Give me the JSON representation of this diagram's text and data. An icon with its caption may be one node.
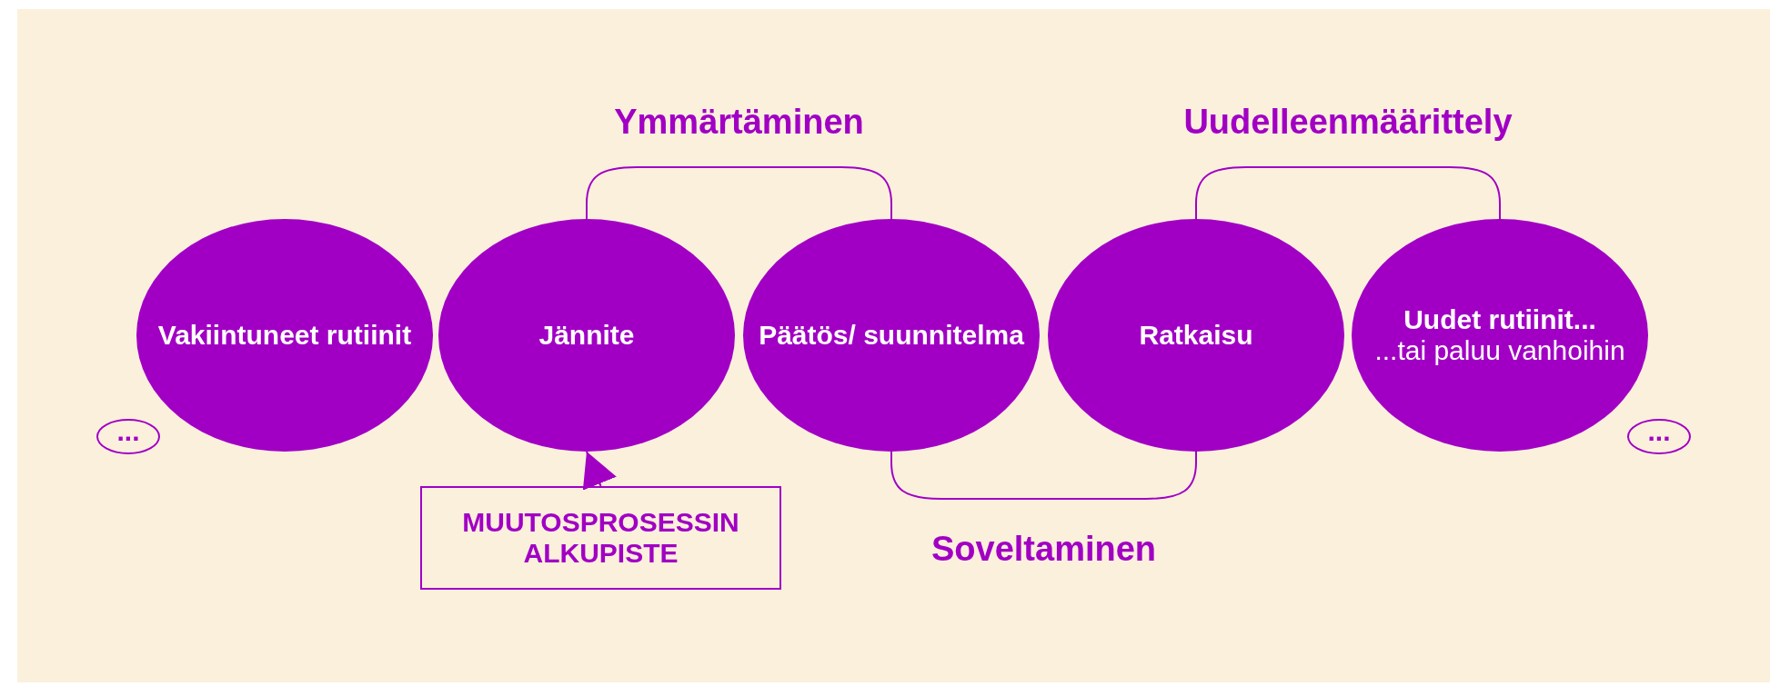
{
  "diagram": {
    "nodes": [
      {
        "text": [
          "Vakiintuneet rutiinit"
        ]
      },
      {
        "text": [
          "Jännite"
        ]
      },
      {
        "text": [
          "Päätös/ suunnitelma"
        ]
      },
      {
        "text": [
          "Ratkaisu"
        ]
      },
      {
        "text": [
          "Uudet rutiinit...",
          "...tai paluu vanhoihin"
        ]
      },
      {
        "text": [
          "MUUTOSPROSESSIN ALKUPISTE"
        ]
      },
      {
        "text": [
          "..."
        ]
      },
      {
        "text": [
          "..."
        ]
      }
    ],
    "edges": [
      {
        "from": 1,
        "to": 2,
        "arrow": "none",
        "label": "Ymmärtäminen"
      },
      {
        "from": 3,
        "to": 4,
        "arrow": "none",
        "label": "Uudelleenmäärittely"
      },
      {
        "from": 2,
        "to": 3,
        "arrow": "none",
        "label": "Soveltaminen"
      },
      {
        "from": 5,
        "to": 1,
        "arrow": "to"
      }
    ]
  }
}
